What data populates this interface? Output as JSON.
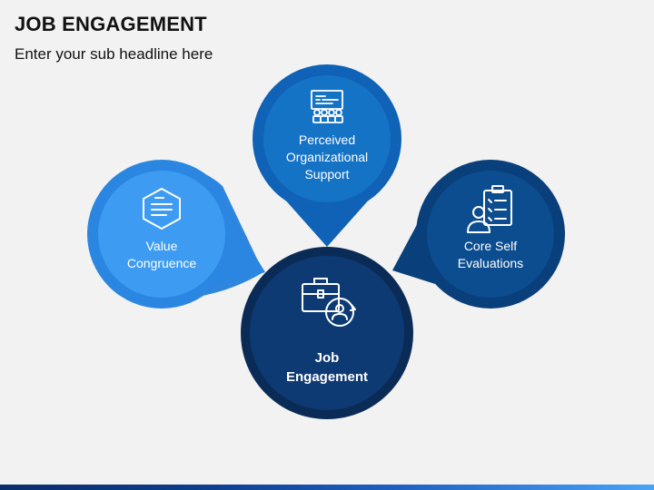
{
  "slide": {
    "title": "JOB ENGAGEMENT",
    "subtitle": "Enter your sub headline here"
  },
  "nodes": {
    "center": {
      "label_line1": "Job",
      "label_line2": "Engagement",
      "icon": "briefcase-person-icon",
      "color": "#0d3a73"
    },
    "top": {
      "label_line1": "Perceived",
      "label_line2": "Organizational",
      "label_line3": "Support",
      "icon": "meeting-board-icon",
      "color": "#1573c6"
    },
    "left": {
      "label_line1": "Value",
      "label_line2": "Congruence",
      "icon": "hexagon-document-icon",
      "color": "#3d9cf2"
    },
    "right": {
      "label_line1": "Core Self",
      "label_line2": "Evaluations",
      "icon": "clipboard-person-icon",
      "color": "#0c4d8f"
    }
  },
  "colors": {
    "background": "#f2f2f2",
    "center_ring": "#0b2b57",
    "top_ring": "#0f62b5",
    "left_ring": "#2a86e0",
    "right_ring": "#093f7a"
  }
}
